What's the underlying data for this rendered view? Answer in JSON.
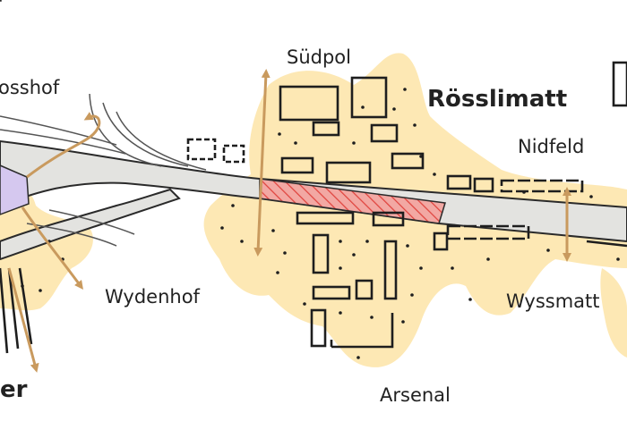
{
  "map": {
    "labels": {
      "suedpol": "Südpol",
      "roesslimatt": "Rösslimatt",
      "nidfeld": "Nidfeld",
      "wydenhof": "Wydenhof",
      "wyssmatt": "Wyssmatt",
      "arsenal": "Arsenal",
      "hof_partial": "osshof",
      "er_partial": "er"
    },
    "colors": {
      "background": "#ffffff",
      "development_area": "#fde8b4",
      "rail_corridor": "#e3e3e0",
      "rail_outline": "#2a2a2a",
      "hatched_section": "#f2a8a3",
      "hatch_stroke": "#e0443e",
      "western_node": "#d5c8ef",
      "connection_arrow": "#c99a5e",
      "buildings": "#1e1e1e"
    }
  }
}
